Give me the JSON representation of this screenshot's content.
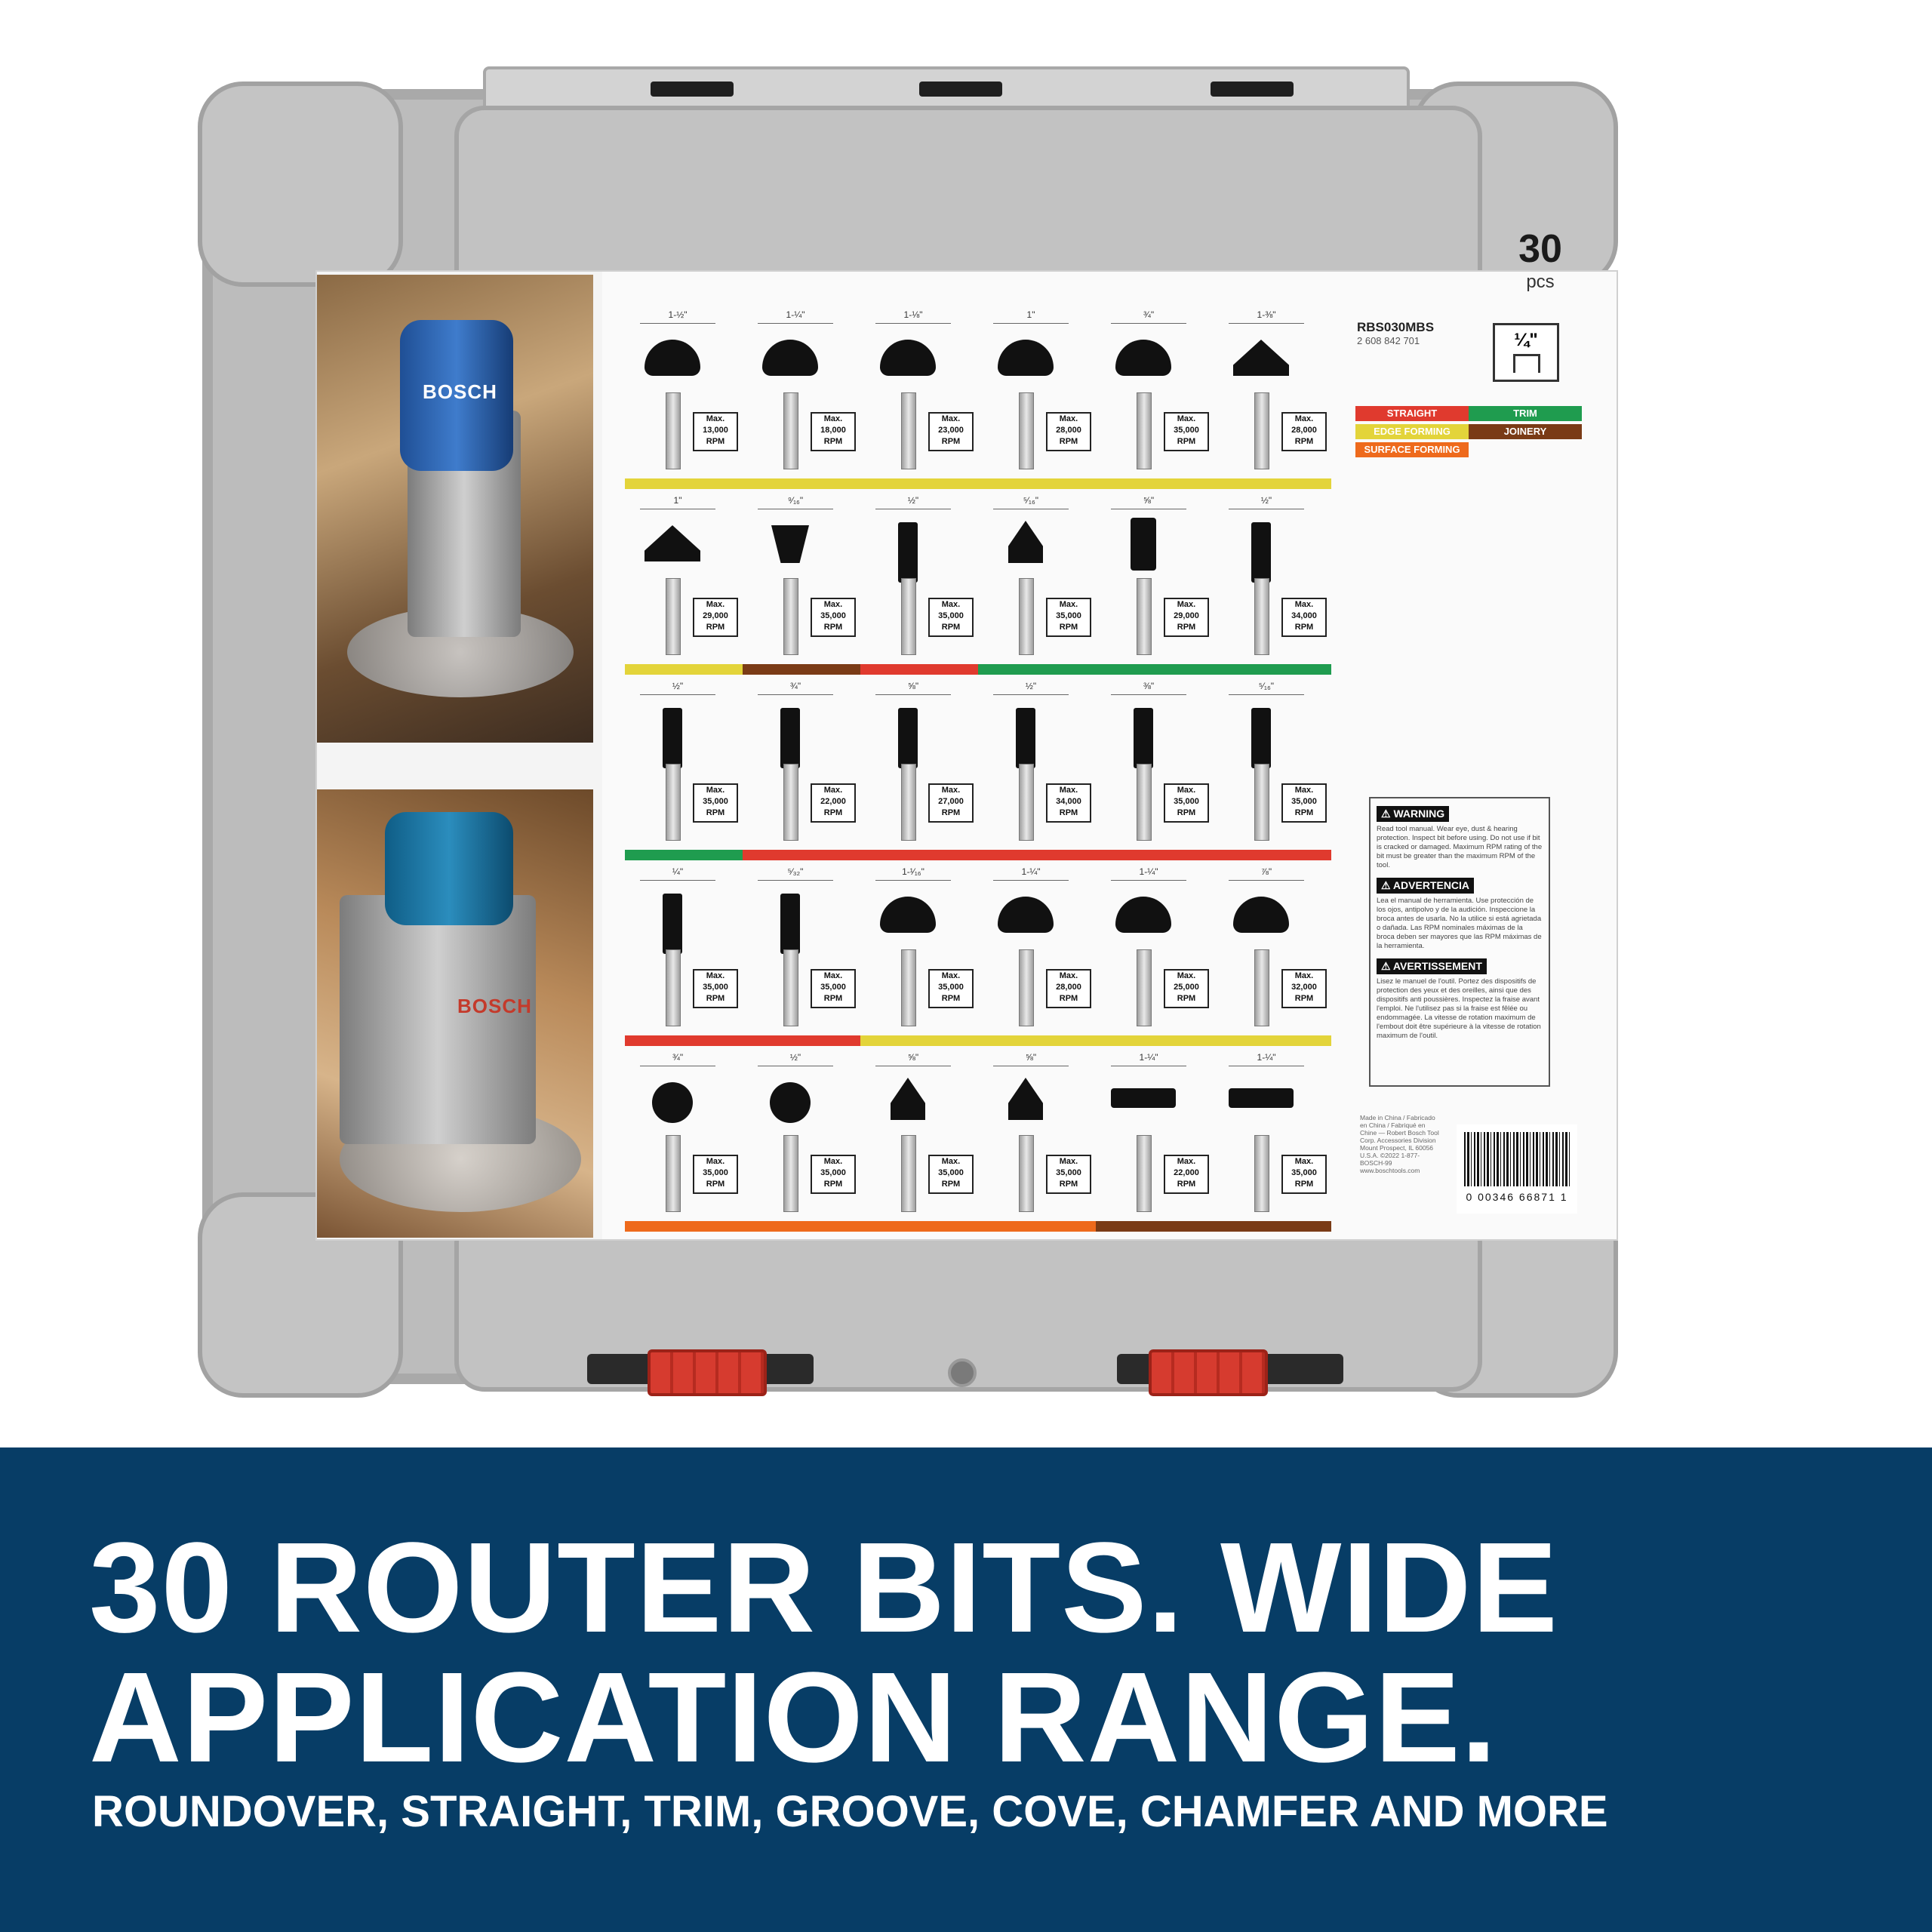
{
  "package": {
    "pcs_count": "30",
    "pcs_label": "pcs",
    "model_number": "RBS030MBS",
    "part_number": "2 608 842 701",
    "shank_size": "¼\"",
    "photo_brand": "BOSCH"
  },
  "legend": [
    {
      "label": "STRAIGHT",
      "color": "#e03a2e"
    },
    {
      "label": "TRIM",
      "color": "#1f9c4f"
    },
    {
      "label": "EDGE FORMING",
      "color": "#e3d43a"
    },
    {
      "label": "JOINERY",
      "color": "#7a3b16"
    },
    {
      "label": "SURFACE FORMING",
      "color": "#ee6a1c"
    }
  ],
  "rows": [
    {
      "bits": [
        {
          "dim": "1-½\"",
          "rpm": "13,000"
        },
        {
          "dim": "1-¼\"",
          "rpm": "18,000"
        },
        {
          "dim": "1-⅛\"",
          "rpm": "23,000"
        },
        {
          "dim": "1\"",
          "rpm": "28,000"
        },
        {
          "dim": "¾\"",
          "rpm": "35,000"
        },
        {
          "dim": "1-⅜\"",
          "rpm": "28,000"
        }
      ],
      "bands": [
        {
          "color": "#e3d43a",
          "span": 6
        }
      ]
    },
    {
      "bits": [
        {
          "dim": "1\"",
          "rpm": "29,000"
        },
        {
          "dim": "⁹⁄₁₆\"",
          "rpm": "35,000"
        },
        {
          "dim": "½\"",
          "rpm": "35,000"
        },
        {
          "dim": "⁵⁄₁₆\"",
          "rpm": "35,000"
        },
        {
          "dim": "⅝\"",
          "rpm": "29,000"
        },
        {
          "dim": "½\"",
          "rpm": "34,000"
        }
      ],
      "bands": [
        {
          "color": "#e3d43a",
          "span": 1
        },
        {
          "color": "#7a3b16",
          "span": 1
        },
        {
          "color": "#e03a2e",
          "span": 1
        },
        {
          "color": "#1f9c4f",
          "span": 3
        }
      ]
    },
    {
      "bits": [
        {
          "dim": "½\"",
          "rpm": "35,000"
        },
        {
          "dim": "¾\"",
          "rpm": "22,000"
        },
        {
          "dim": "⅝\"",
          "rpm": "27,000"
        },
        {
          "dim": "½\"",
          "rpm": "34,000"
        },
        {
          "dim": "⅜\"",
          "rpm": "35,000"
        },
        {
          "dim": "⁵⁄₁₆\"",
          "rpm": "35,000"
        }
      ],
      "bands": [
        {
          "color": "#1f9c4f",
          "span": 1
        },
        {
          "color": "#e03a2e",
          "span": 5
        }
      ]
    },
    {
      "bits": [
        {
          "dim": "¼\"",
          "rpm": "35,000"
        },
        {
          "dim": "⁵⁄₃₂\"",
          "rpm": "35,000"
        },
        {
          "dim": "1-¹⁄₁₆\"",
          "rpm": "35,000"
        },
        {
          "dim": "1-¼\"",
          "rpm": "28,000"
        },
        {
          "dim": "1-¼\"",
          "rpm": "25,000"
        },
        {
          "dim": "⅞\"",
          "rpm": "32,000"
        }
      ],
      "bands": [
        {
          "color": "#e03a2e",
          "span": 2
        },
        {
          "color": "#e3d43a",
          "span": 4
        }
      ]
    },
    {
      "bits": [
        {
          "dim": "¾\"",
          "rpm": "35,000"
        },
        {
          "dim": "½\"",
          "rpm": "35,000"
        },
        {
          "dim": "⅝\"",
          "rpm": "35,000"
        },
        {
          "dim": "⅝\"",
          "rpm": "35,000"
        },
        {
          "dim": "1-¼\"",
          "rpm": "22,000"
        },
        {
          "dim": "1-¼\"",
          "rpm": "35,000"
        }
      ],
      "bands": [
        {
          "color": "#ee6a1c",
          "span": 4
        },
        {
          "color": "#7a3b16",
          "span": 2
        }
      ]
    }
  ],
  "rpm_prefix": "Max.",
  "rpm_suffix": "RPM",
  "warnings": [
    {
      "title": "⚠ WARNING",
      "text": "Read tool manual. Wear eye, dust & hearing protection. Inspect bit before using. Do not use if bit is cracked or damaged. Maximum RPM rating of the bit must be greater than the maximum RPM of the tool."
    },
    {
      "title": "⚠ ADVERTENCIA",
      "text": "Lea el manual de herramienta. Use protección de los ojos, antipolvo y de la audición. Inspeccione la broca antes de usarla. No la utilice si está agrietada o dañada. Las RPM nominales máximas de la broca deben ser mayores que las RPM máximas de la herramienta."
    },
    {
      "title": "⚠ AVERTISSEMENT",
      "text": "Lisez le manuel de l'outil. Portez des dispositifs de protection des yeux et des oreilles, ainsi que des dispositifs anti poussières. Inspectez la fraise avant l'emploi. Ne l'utilisez pas si la fraise est fêlée ou endommagée. La vitesse de rotation maximum de l'embout doit être supérieure à la vitesse de rotation maximum de l'outil."
    }
  ],
  "fine_print": "Made in China / Fabricado en China / Fabriqué en Chine — Robert Bosch Tool Corp. Accessories Division Mount Prospect, IL 60056 U.S.A. ©2022 1-877-BOSCH-99 www.boschtools.com",
  "barcode_digits": "0 00346 66871 1",
  "banner": {
    "headline_line1": "30 ROUTER BITS. WIDE",
    "headline_line2": "APPLICATION RANGE.",
    "subline": "ROUNDOVER, STRAIGHT, TRIM, GROOVE, COVE, CHAMFER AND MORE",
    "background_color": "#073d66"
  }
}
